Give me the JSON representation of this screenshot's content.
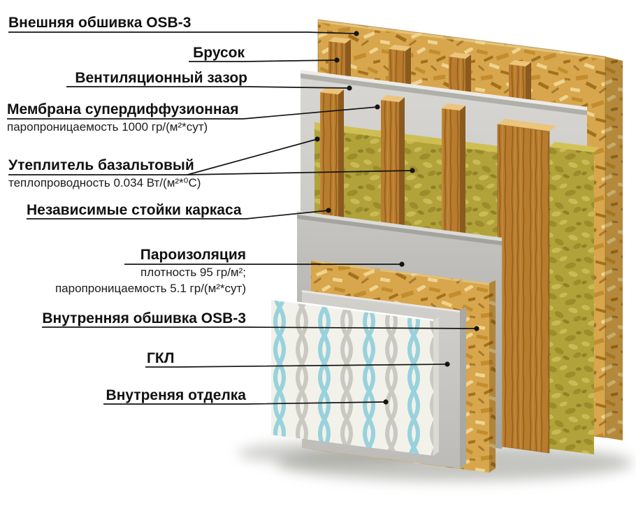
{
  "colors": {
    "background": "#ffffff",
    "line": "#141414",
    "osb_base": "#d8a64c",
    "wood_base": "#b97c2e",
    "wood_top": "#ecc47c",
    "wood_side": "#8a5a20",
    "insulation_base": "#b2a23a",
    "insulation_top": "#d2c256",
    "membrane_gray": "#c9c8c4",
    "vapor_gray": "#b5b4b0",
    "gkl_gray": "#c6c5c1",
    "gkl_side": "#a9a8a4",
    "wallpaper_white": "#f2f1ea",
    "wallpaper_blue": "#8ecfdb",
    "wallpaper_gray": "#c6c5bd",
    "wallpaper_side": "#dbdad3"
  },
  "labels": {
    "outer_osb": {
      "title": "Внешняя обшивка OSB-3"
    },
    "batten": {
      "title": "Брусок"
    },
    "vent_gap": {
      "title": "Вентиляционный зазор"
    },
    "membrane": {
      "title": "Мембрана супердиффузионная",
      "sub1": "паропроницаемость 1000 гр/(м²*сут)"
    },
    "insulation": {
      "title": "Утеплитель базальтовый",
      "sub1": "теплопроводность 0.034 Вт/(м²*⁰С)"
    },
    "studs": {
      "title": "Независимые стойки каркаса"
    },
    "vapor": {
      "title": "Пароизоляция",
      "sub1": "плотность 95 гр/м²;",
      "sub2": "паропроницаемость 5.1 гр/(м²*сут)"
    },
    "inner_osb": {
      "title": "Внутренняя обшивка OSB-3"
    },
    "gkl": {
      "title": "ГКЛ"
    },
    "finish": {
      "title": "Внутреняя отделка"
    }
  }
}
